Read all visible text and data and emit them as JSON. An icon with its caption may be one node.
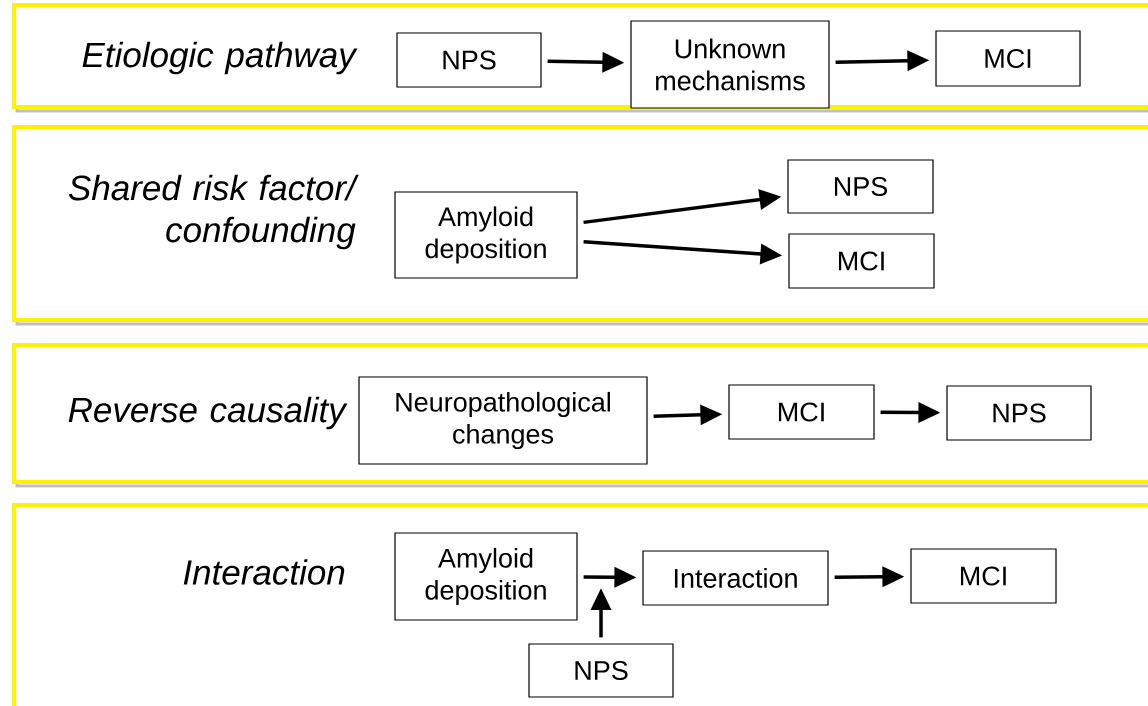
{
  "diagram": {
    "nodes": [
      {
        "text": [
          "Etiologic pathway"
        ]
      },
      {
        "text": [
          "NPS"
        ],
        "in": 0
      },
      {
        "text": [
          "Unknown mechanisms"
        ],
        "in": 0
      },
      {
        "text": [
          "MCI"
        ],
        "in": 0
      },
      {
        "text": [
          "Shared risk factor/ confounding"
        ]
      },
      {
        "text": [
          "Amyloid deposition"
        ],
        "in": 4
      },
      {
        "text": [
          "NPS"
        ],
        "in": 4
      },
      {
        "text": [
          "MCI"
        ],
        "in": 4
      },
      {
        "text": [
          "Reverse causality"
        ]
      },
      {
        "text": [
          "Neuropathological changes"
        ],
        "in": 8
      },
      {
        "text": [
          "MCI"
        ],
        "in": 8
      },
      {
        "text": [
          "NPS"
        ],
        "in": 8
      },
      {
        "text": [
          "Interaction"
        ]
      },
      {
        "text": [
          "Amyloid deposition"
        ],
        "in": 12
      },
      {
        "text": [
          "Interaction"
        ],
        "in": 12
      },
      {
        "text": [
          "MCI"
        ],
        "in": 12
      },
      {
        "text": [
          "NPS"
        ],
        "in": 12
      }
    ],
    "edges": [
      {
        "from": 1,
        "to": 2,
        "arrow": "to"
      },
      {
        "from": 2,
        "to": 3,
        "arrow": "to"
      },
      {
        "from": 5,
        "to": 6,
        "arrow": "to"
      },
      {
        "from": 5,
        "to": 7,
        "arrow": "to"
      },
      {
        "from": 9,
        "to": 10,
        "arrow": "to"
      },
      {
        "from": 10,
        "to": 11,
        "arrow": "to"
      },
      {
        "from": 13,
        "to": 14,
        "arrow": "to"
      },
      {
        "from": 16,
        "to": null,
        "arrow": "to"
      },
      {
        "from": 14,
        "to": 15,
        "arrow": "to"
      }
    ]
  }
}
